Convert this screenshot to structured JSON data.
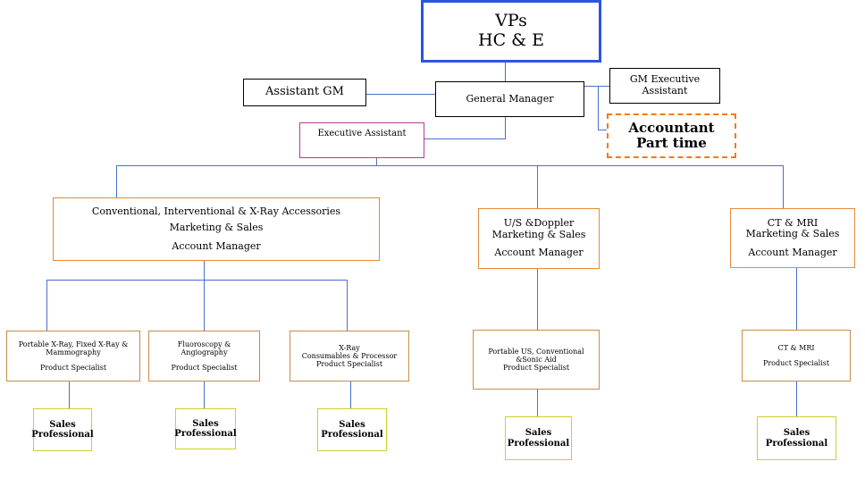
{
  "vps": {
    "line1": "VPs",
    "line2": "HC & E"
  },
  "assistant_gm": "Assistant GM",
  "general_manager": "General Manager",
  "gm_exec_assistant": {
    "line1": "GM Executive",
    "line2": "Assistant"
  },
  "accountant": {
    "line1": "Accountant",
    "line2": "Part time"
  },
  "executive_assistant": "Executive Assistant",
  "divisions": {
    "conventional": {
      "line1": "Conventional, Interventional & X-Ray Accessories",
      "line2": "Marketing & Sales",
      "line3": "Account Manager"
    },
    "us": {
      "line1": "U/S &Doppler",
      "line2": "Marketing & Sales",
      "line3": "Account Manager"
    },
    "ct": {
      "line1": "CT & MRI",
      "line2": "Marketing & Sales",
      "line3": "Account Manager"
    }
  },
  "specialists": {
    "xray": {
      "line1": "Portable X-Ray, Fixed X-Ray &",
      "line2": "Mammography",
      "line3": "Product Specialist"
    },
    "fluoro": {
      "line1": "Fluoroscopy &",
      "line2": "Angiography",
      "line3": "Product Specialist"
    },
    "consumables": {
      "line1": "X-Ray",
      "line2": "Consumables & Processor",
      "line3": "Product Specialist"
    },
    "us": {
      "line1": "Portable US, Conventional",
      "line2": "&Sonic Aid",
      "line3": "Product Specialist"
    },
    "ct": {
      "line1": "CT & MRI",
      "line2": "Product Specialist"
    }
  },
  "sales_professional": {
    "line1": "Sales",
    "line2": "Professional"
  }
}
